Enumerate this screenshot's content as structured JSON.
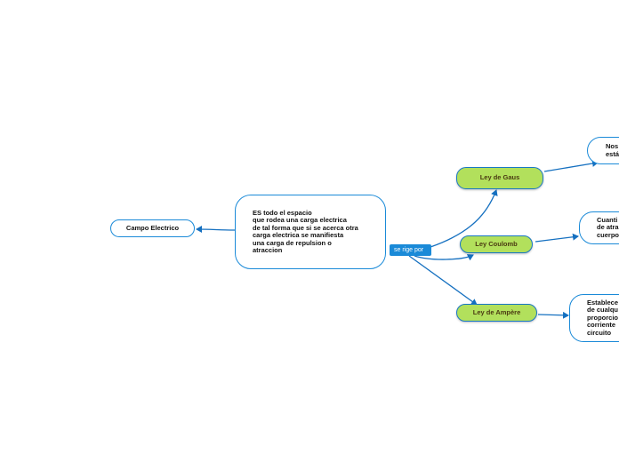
{
  "root_node": {
    "text": "ES todo el espacio\nque rodea una carga electrica\nde tal forma que si se acerca otra\ncarga electrica se manifiesta\nuna carga de repulsion o\natraccion"
  },
  "left_node": {
    "text": "Campo Electrico"
  },
  "relation_label": {
    "text": "se rige por"
  },
  "laws": [
    {
      "text": "Ley de Gaus"
    },
    {
      "text": "Ley Coulomb"
    },
    {
      "text": "Ley de Ampère"
    }
  ],
  "details": [
    {
      "text": "Nos\nestá"
    },
    {
      "text": "Cuanti\nde atra\ncuerpo"
    },
    {
      "text": "Establece\nde cualqu\nproporcio\ncorriente\ncircuito"
    }
  ],
  "colors": {
    "accent": "#1a8ad8",
    "law_fill": "#b2e05c",
    "line": "#1570c0"
  }
}
